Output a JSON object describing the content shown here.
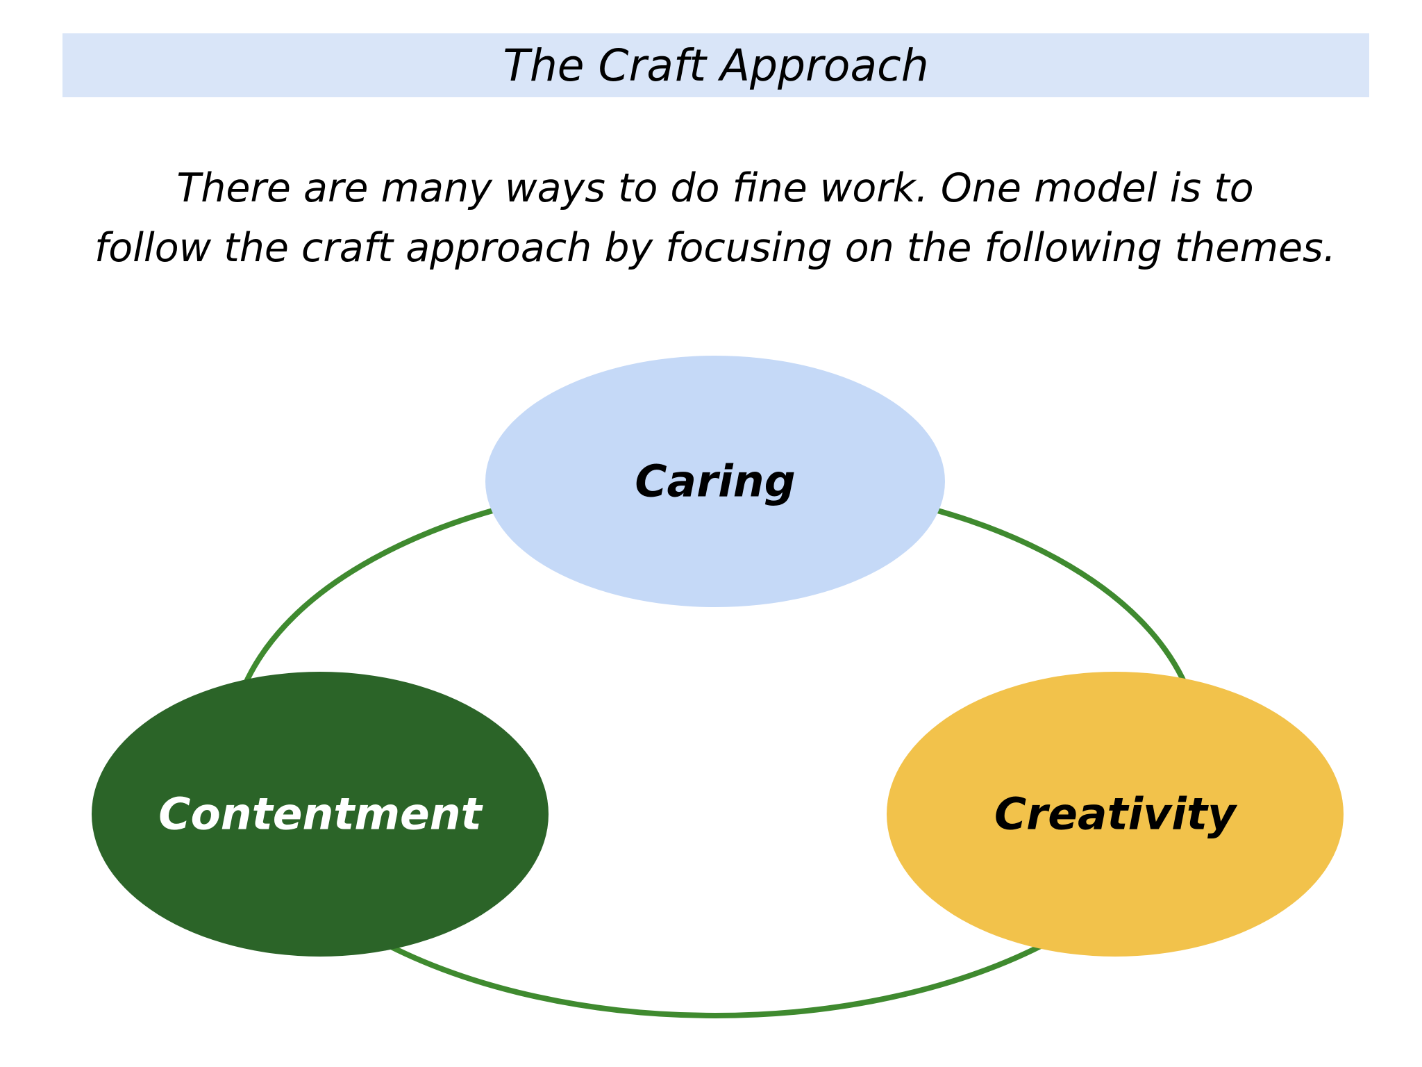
{
  "header": {
    "title": "The Craft Approach",
    "bg_color": "#d9e5f8",
    "text_color": "#000000"
  },
  "intro": {
    "line1": "There are many ways to do fine work. One model is to",
    "line2": "follow the craft approach by focusing on the following themes."
  },
  "diagram": {
    "connector": {
      "shape": "ellipse-outline",
      "color": "#3f8a2f",
      "stroke_width": "8"
    },
    "nodes": [
      {
        "label": "Caring",
        "fill": "#c5d9f7",
        "text_color": "#000000",
        "position": "top"
      },
      {
        "label": "Contentment",
        "fill": "#2b6428",
        "text_color": "#ffffff",
        "position": "bottom-left"
      },
      {
        "label": "Creativity",
        "fill": "#f2c24b",
        "text_color": "#000000",
        "position": "bottom-right"
      }
    ]
  }
}
